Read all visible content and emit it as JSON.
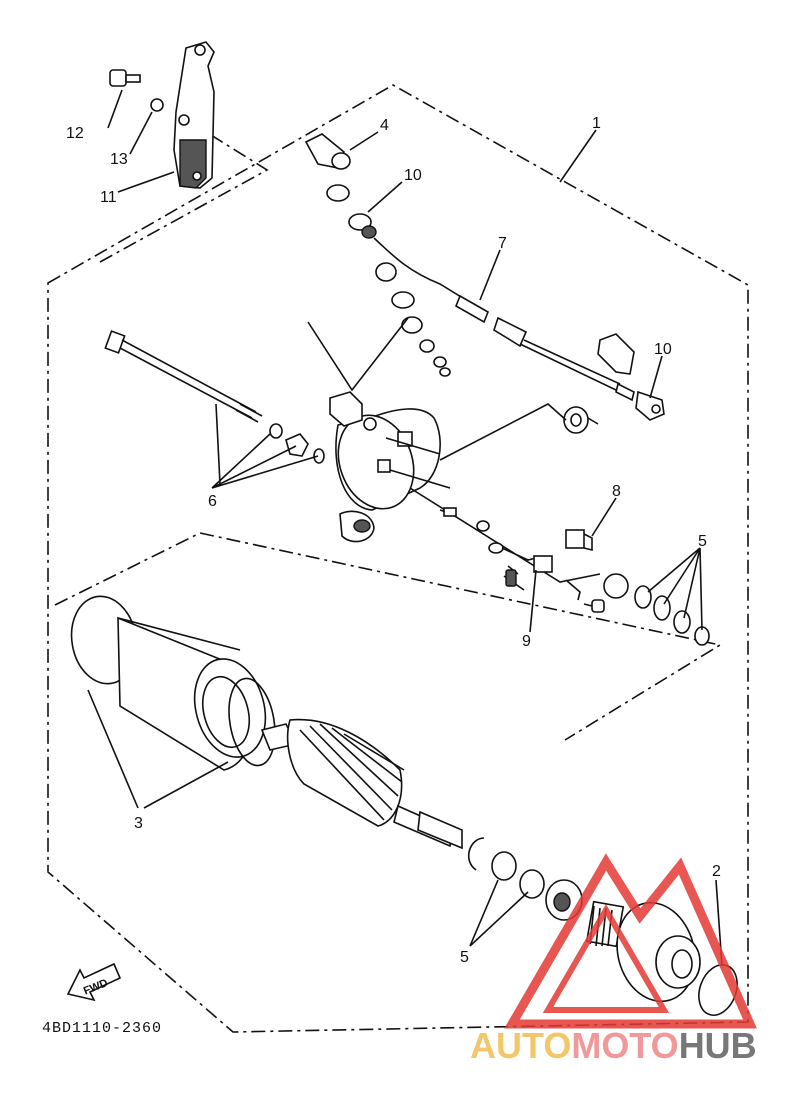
{
  "diagram": {
    "callouts": {
      "c1": "1",
      "c2": "2",
      "c3": "3",
      "c4": "4",
      "c5a": "5",
      "c5b": "5",
      "c6": "6",
      "c7": "7",
      "c8": "8",
      "c9": "9",
      "c10a": "10",
      "c10b": "10",
      "c11": "11",
      "c12": "12",
      "c13": "13"
    },
    "fwd_label": "FWD",
    "drawing_code": "4BD1110-2360"
  },
  "watermark": {
    "part1": "AUTO",
    "part2": "MOTO",
    "part3": "HUB",
    "color_auto": "#f4c66a",
    "color_moto": "#f19999",
    "color_hub": "#777777",
    "logo_color": "#e53935"
  }
}
